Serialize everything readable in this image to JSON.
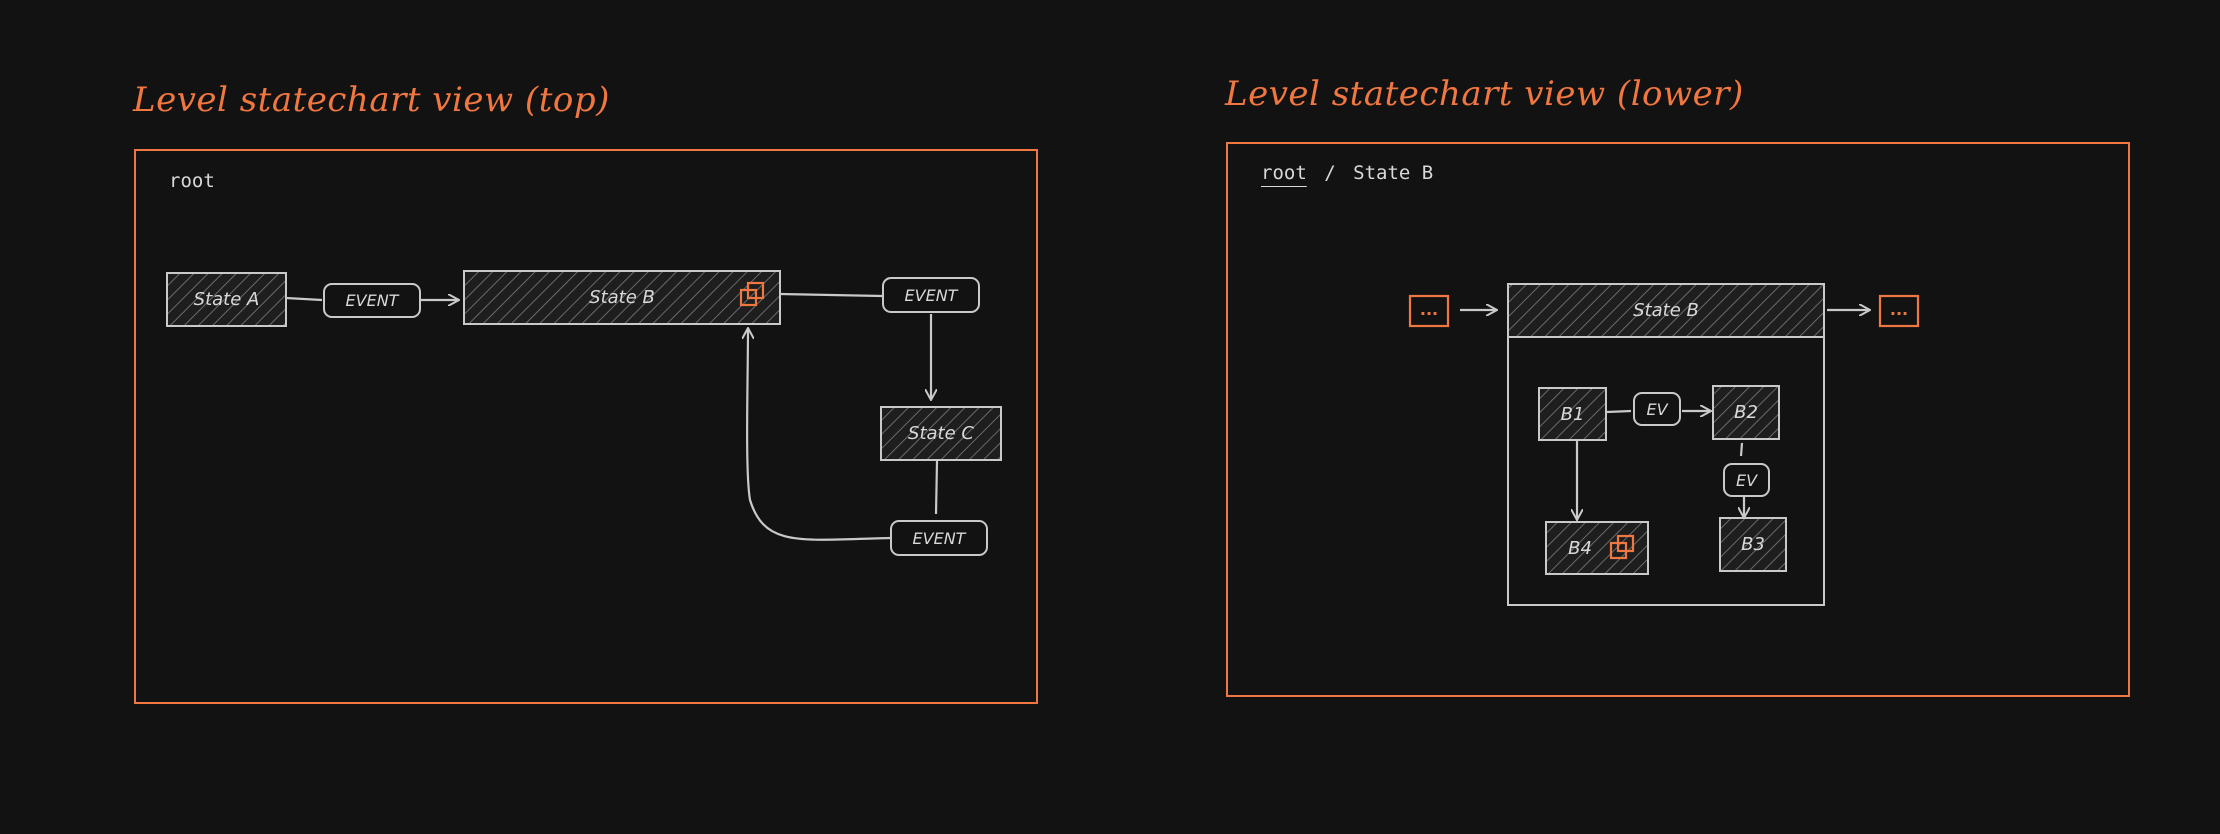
{
  "colors": {
    "background": "#121212",
    "accent": "#f0773f",
    "stroke": "#c9c9c9",
    "text": "#d8d8d8"
  },
  "views": [
    {
      "title": "Level statechart view (top)",
      "breadcrumb_root": "root",
      "nodes": {
        "state_a": "State A",
        "state_b": "State B",
        "state_c": "State C",
        "event_ab": "EVENT",
        "event_bc": "EVENT",
        "event_cb": "EVENT"
      },
      "icons": [
        "expand-state-icon"
      ]
    },
    {
      "title": "Level statechart view (lower)",
      "breadcrumb_root": "root",
      "breadcrumb_separator": "/",
      "breadcrumb_current": "State B",
      "nodes": {
        "state_b": "State B",
        "b1": "B1",
        "b2": "B2",
        "b3": "B3",
        "b4": "B4",
        "ev_b1_b2": "EV",
        "ev_b2_b3": "EV",
        "incoming": "...",
        "outgoing": "..."
      },
      "icons": [
        "expand-state-icon"
      ]
    }
  ]
}
